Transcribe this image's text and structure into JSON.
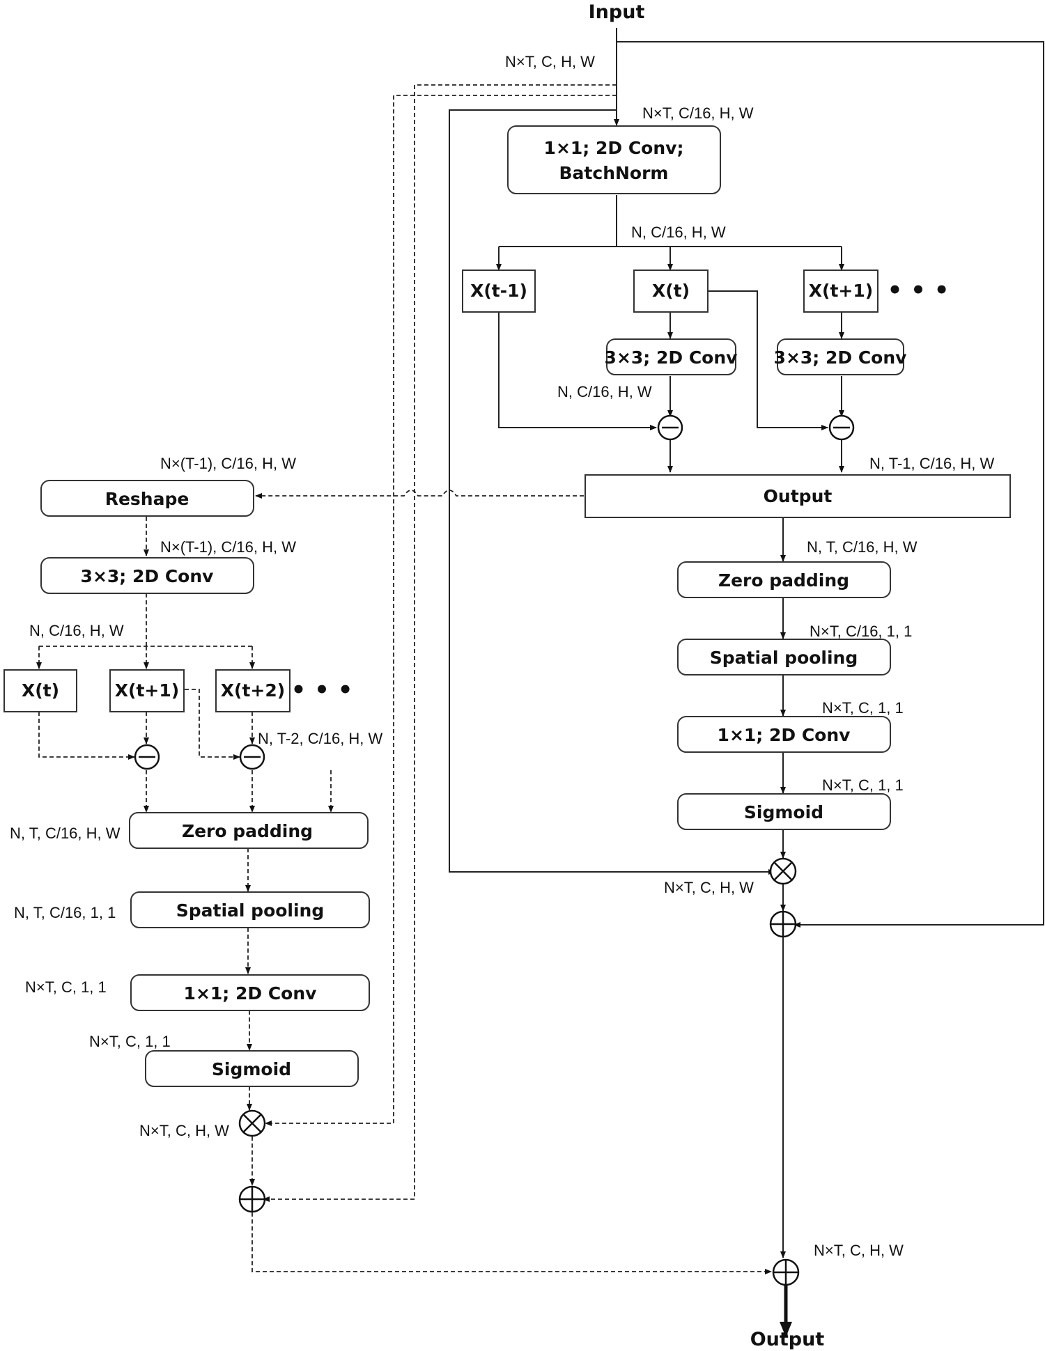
{
  "title_input": "Input",
  "title_output": "Output",
  "right_branch": {
    "conv_bn_line1": "1×1; 2D Conv;",
    "conv_bn_line2": "BatchNorm",
    "x_prev": "X(t-1)",
    "x_cur": "X(t)",
    "x_next": "X(t+1)",
    "conv3_a": "3×3; 2D Conv",
    "conv3_b": "3×3; 2D Conv",
    "output": "Output",
    "zero_padding": "Zero padding",
    "spatial_pooling": "Spatial pooling",
    "conv1": "1×1; 2D Conv",
    "sigmoid": "Sigmoid",
    "ellipsis": "• • •"
  },
  "left_branch": {
    "reshape": "Reshape",
    "conv3": "3×3; 2D Conv",
    "x_t": "X(t)",
    "x_t1": "X(t+1)",
    "x_t2": "X(t+2)",
    "zero_padding": "Zero padding",
    "spatial_pooling": "Spatial pooling",
    "conv1": "1×1; 2D Conv",
    "sigmoid": "Sigmoid",
    "ellipsis": "• • •"
  },
  "labels": {
    "input_shape": "N×T, C, H, W",
    "after_split": "N×T, C/16, H, W",
    "after_conv_bn": "N, C/16, H, W",
    "conv3_out": "N, C/16, H, W",
    "diff_out": "N, T-1, C/16, H, W",
    "reshape_in": "N×(T-1), C/16, H, W",
    "reshape_out": "N×(T-1), C/16, H, W",
    "left_conv_out": "N, C/16, H, W",
    "left_diff_out": "N, T-2, C/16, H, W",
    "left_zero_in": "N, T, C/16, H, W",
    "left_pool_in": "N, T, C/16, 1, 1",
    "left_conv1_in": "N×T, C, 1, 1",
    "left_sigmoid_in": "N×T, C, 1, 1",
    "left_mul_out": "N×T, C, H, W",
    "right_zero_in": "N, T, C/16, H, W",
    "right_pool_in": "N×T, C/16, 1, 1",
    "right_conv1_in": "N×T, C, 1, 1",
    "right_sigmoid_in": "N×T, C, 1, 1",
    "right_mul_out": "N×T, C, H, W",
    "final_shape": "N×T, C, H, W"
  }
}
